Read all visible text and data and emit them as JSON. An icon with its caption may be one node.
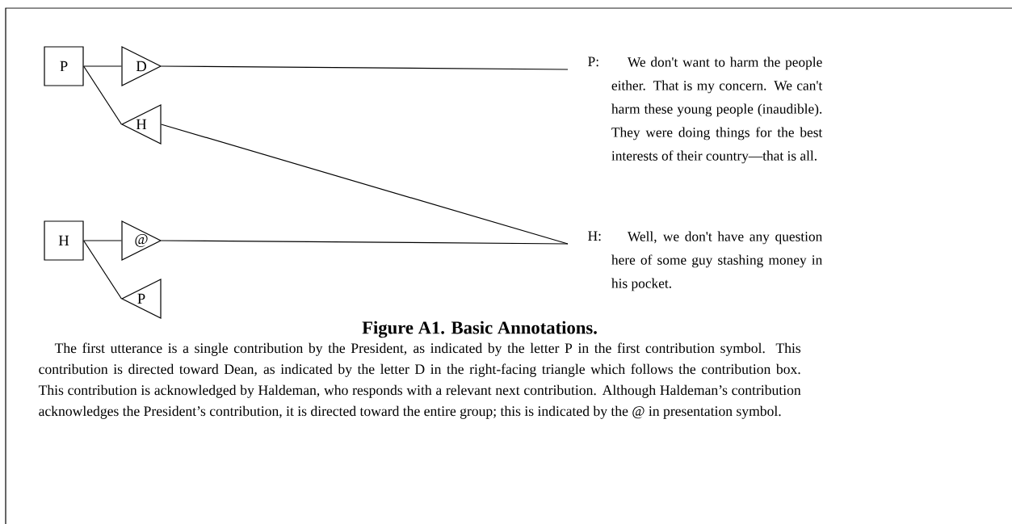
{
  "diagram": {
    "caption": "The first utterance is a single contribution by the President, as indicated by the letter P in the first contribution symbol. This contribution is directed toward Dean, as indicated by the letter D in the right-facing triangle which follows the contribution box. This contribution is acknowledged by Haldeman, who responds with a relevant next contribution. Although Haldeman’s contribution acknowledges the President’s contribution, it is directed toward the entire group; this is indicated by the @ in presentation symbol.",
    "title": "Figure A1. Basic Annotations.",
    "nodes": [
      {
        "text": [
          "P"
        ]
      },
      {
        "text": [
          "D"
        ]
      },
      {
        "text": [
          "H"
        ]
      },
      {
        "text": [
          "H"
        ]
      },
      {
        "text": [
          "@"
        ]
      },
      {
        "text": [
          "P"
        ]
      },
      {
        "text": [
          "P:",
          "We don't want to harm the people either. That is my concern. We can't harm these young people (inaudible). They were doing things for the best interests of their country—that is all."
        ]
      },
      {
        "text": [
          "H:",
          "Well, we don't have any question here of some guy stashing money in his pocket."
        ]
      }
    ],
    "edges": [
      {
        "from": 0,
        "to": 1,
        "arrow": "none"
      },
      {
        "from": 0,
        "to": 2,
        "arrow": "none"
      },
      {
        "from": 1,
        "to": 6,
        "arrow": "none"
      },
      {
        "from": 2,
        "to": 7,
        "arrow": "none"
      },
      {
        "from": 3,
        "to": 4,
        "arrow": "none"
      },
      {
        "from": 3,
        "to": 5,
        "arrow": "none"
      },
      {
        "from": 4,
        "to": 7,
        "arrow": "none"
      }
    ]
  }
}
